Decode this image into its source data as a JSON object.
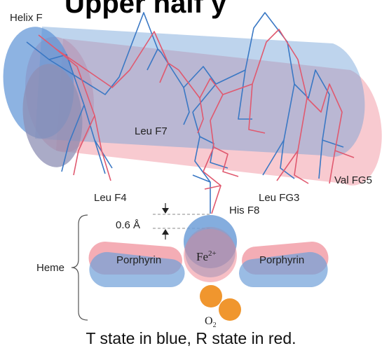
{
  "title_fragment": "Upper half  y",
  "labels": {
    "helix": "Helix F",
    "leu_f7": "Leu F7",
    "leu_f4": "Leu F4",
    "leu_fg3": "Leu FG3",
    "val_fg5": "Val FG5",
    "his_f8": "His F8",
    "heme": "Heme",
    "distance": "0.6 Å",
    "porphyrin_left": "Porphyrin",
    "porphyrin_right": "Porphyrin",
    "iron": "Fe",
    "iron_charge": "2+",
    "oxygen": "O",
    "oxygen_sub": "2"
  },
  "caption": "T state in blue, R state in red.",
  "colors": {
    "t_state": "#6f9fd8",
    "r_state": "#f08a96",
    "t_line": "#3a78c4",
    "r_line": "#e0596f",
    "oxygen": "#f0962e"
  }
}
